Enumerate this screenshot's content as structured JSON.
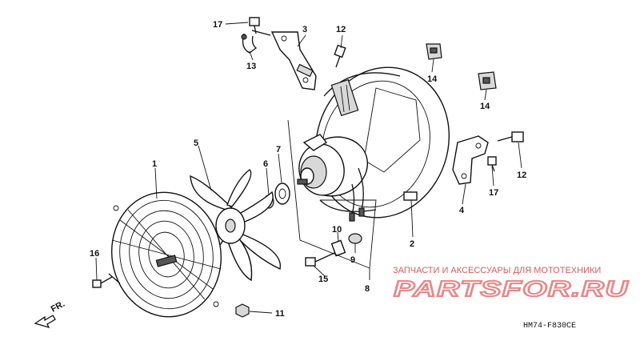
{
  "callouts": {
    "c1": "1",
    "c2": "2",
    "c3": "3",
    "c4": "4",
    "c5": "5",
    "c6": "6",
    "c7": "7",
    "c8": "8",
    "c9": "9",
    "c10": "10",
    "c11": "11",
    "c12a": "12",
    "c12b": "12",
    "c13": "13",
    "c14a": "14",
    "c14b": "14",
    "c15": "15",
    "c16": "16",
    "c17a": "17",
    "c17b": "17"
  },
  "direction_label": "FR.",
  "diagram_code": "HM74-F830CE",
  "watermark": {
    "tagline": "ЗАПЧАСТИ И АКСЕССУАРЫ ДЛЯ МОТОТЕХНИКИ",
    "brand": "PARTSFOR.RU",
    "color": "#e87a7a"
  }
}
